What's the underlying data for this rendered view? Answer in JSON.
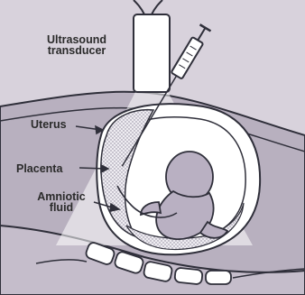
{
  "diagram": {
    "labels": {
      "transducer": "Ultrasound\ntransducer",
      "uterus": "Uterus",
      "placenta": "Placenta",
      "amniotic_fluid": "Amniotic\nfluid"
    },
    "colors": {
      "background": "#d8d2dc",
      "body": "#b8b0bf",
      "uterus_wall": "#ffffff",
      "amniotic_fluid": "#ffffff",
      "fetus": "#b9b0c2",
      "placenta": "#e6e2ea",
      "outline": "#2f2f3a",
      "beam": "#ffffff"
    },
    "icons": [
      "ultrasound-transducer-icon",
      "syringe-needle-icon"
    ]
  }
}
